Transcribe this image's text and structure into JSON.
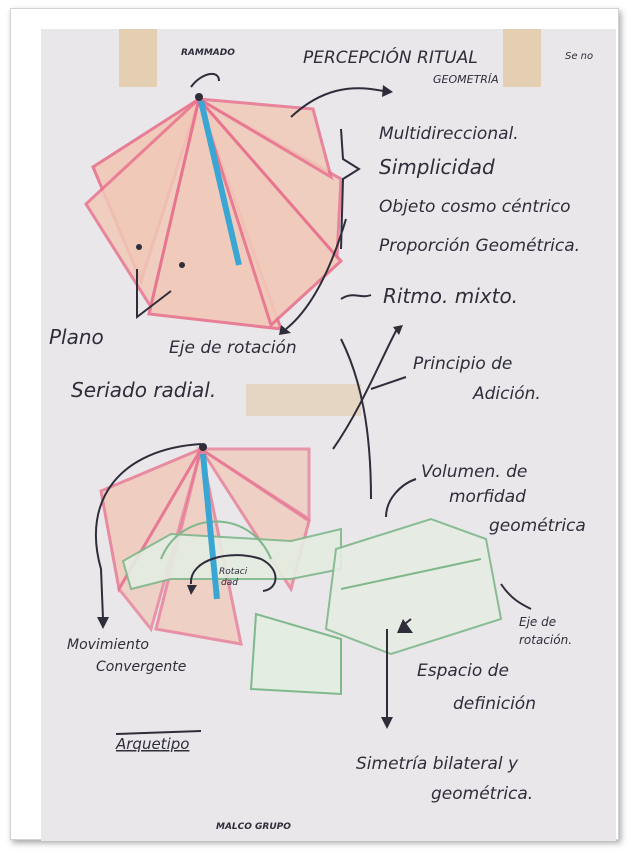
{
  "labels": {
    "top_small": "RAMMADO",
    "title": "PERCEPCIÓN RITUAL",
    "title_sub": "GEOMETRÍA",
    "side_note": "Se no",
    "multidirectional": "Multidireccional.",
    "simplicity": "Simplicidad",
    "object": "Objeto cosmo céntrico",
    "proportion": "Proporción Geométrica.",
    "rhythm": "Ritmo. mixto.",
    "plane": "Plano",
    "axis_rotation": "Eje de rotación",
    "radial": "Seriado radial.",
    "principle": "Principio de",
    "addition": "Adición.",
    "volume": "Volumen. de",
    "morphology": "morfidad",
    "geometric": "geométrica",
    "axis2a": "Eje de",
    "axis2b": "rotación.",
    "space": "Espacio de",
    "definition": "definición",
    "movement": "Movimiento",
    "convergent": "Convergente",
    "archetype": "Arquetipo",
    "symmetry": "Simetría bilateral y",
    "symmetry2": "geométrica.",
    "center_label1": "Rotaci",
    "center_label2": "dad",
    "bottom_small": "MALCO GRUPO"
  },
  "colors": {
    "paper": "#e9e7ea",
    "ink": "#2f2d3a",
    "pink": "#e8738e",
    "fill": "#f1c9b8",
    "blue": "#3aa6d4",
    "green": "#7fb88b",
    "tape": "#e2c9a4"
  }
}
